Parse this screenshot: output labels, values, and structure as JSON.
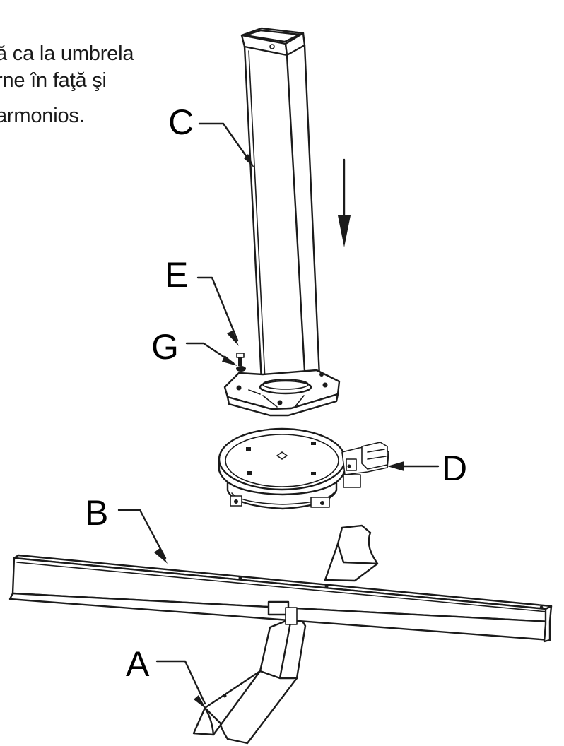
{
  "instructions": {
    "line1": "ă ca la umbrela",
    "line2": "rne în faţă şi",
    "line3": "armonios."
  },
  "part_labels": {
    "a": "A",
    "b": "B",
    "c": "C",
    "d": "D",
    "e": "E",
    "g": "G"
  }
}
